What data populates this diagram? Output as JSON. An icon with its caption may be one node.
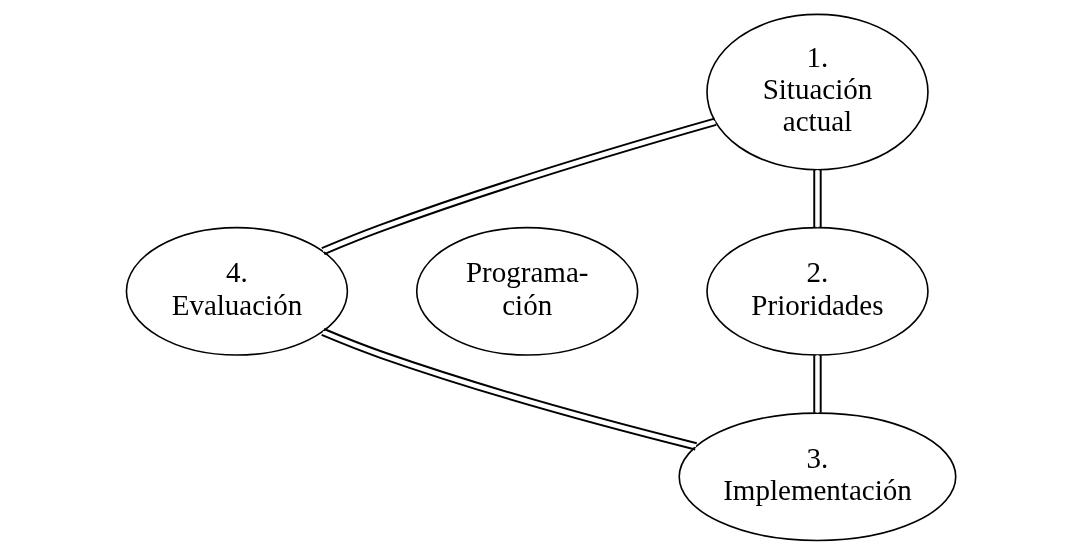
{
  "diagram": {
    "nodes": [
      {
        "text": [
          "1. Situación actual"
        ]
      },
      {
        "text": [
          "4. Evaluación"
        ]
      },
      {
        "text": [
          "Programa- ción"
        ]
      },
      {
        "text": [
          "2. Prioridades"
        ]
      },
      {
        "text": [
          "3. Implementación"
        ]
      }
    ],
    "edges": [
      {
        "from": 0,
        "to": 3,
        "arrow": "none"
      },
      {
        "from": 3,
        "to": 4,
        "arrow": "none"
      },
      {
        "from": 4,
        "to": 1,
        "arrow": "none"
      },
      {
        "from": 1,
        "to": 0,
        "arrow": "none"
      }
    ]
  }
}
